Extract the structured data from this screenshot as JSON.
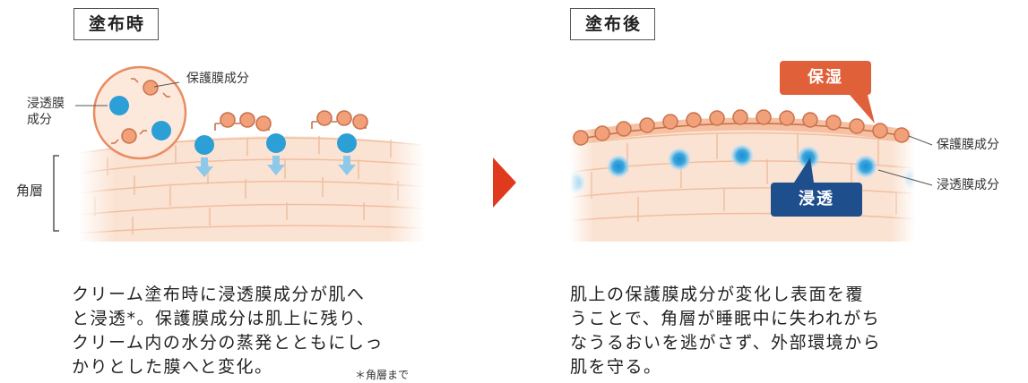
{
  "before": {
    "tag": "塗布時",
    "label_protective": "保護膜成分",
    "label_penetrating_line1": "浸透膜",
    "label_penetrating_line2": "成分",
    "label_stratum": "角層",
    "paragraph_lines": [
      "クリーム塗布時に浸透膜成分が肌へ",
      "と浸透*。保護膜成分は肌上に残り、",
      "クリーム内の水分の蒸発とともにしっ",
      "かりとした膜へと変化。"
    ],
    "footnote": "＊角層まで"
  },
  "after": {
    "tag": "塗布後",
    "badge_moisture": "保湿",
    "badge_penetration": "浸透",
    "label_protective": "保護膜成分",
    "label_penetrating": "浸透膜成分",
    "paragraph_lines": [
      "肌上の保護膜成分が変化し表面を覆",
      "うことで、角層が睡眠中に失われがち",
      "なうるおいを逃がさず、外部環境から",
      "肌を守る。"
    ]
  },
  "colors": {
    "skin": "#fbe3d3",
    "cell_border": "#f2c3a4",
    "protective_particle": "#f2a07a",
    "penetrating_particle": "#2c9fd6",
    "arrow_blue": "#8ec9ea",
    "badge_moisture": "#e0603a",
    "badge_penetration": "#1f4e8c",
    "divider_arrow": "#e03a1e"
  }
}
